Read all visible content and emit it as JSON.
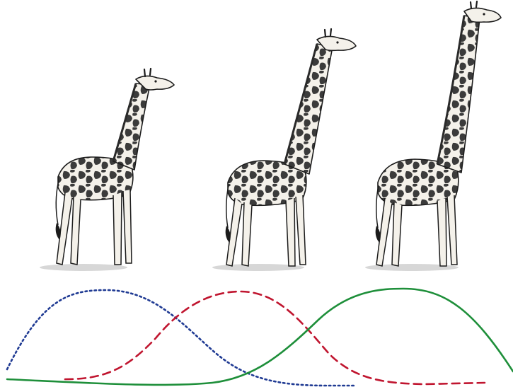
{
  "figure": {
    "background": "#ffffff"
  },
  "giraffes": [
    {
      "id": "short-neck",
      "neck_level": "short",
      "icon": "giraffe-icon"
    },
    {
      "id": "medium-neck",
      "neck_level": "medium",
      "icon": "giraffe-icon"
    },
    {
      "id": "long-neck",
      "neck_level": "long",
      "icon": "giraffe-icon"
    }
  ],
  "curves": [
    {
      "id": "short-neck-distribution",
      "style": "dotted",
      "color": "#1f3a93"
    },
    {
      "id": "medium-neck-distribution",
      "style": "dashed",
      "color": "#c0152f"
    },
    {
      "id": "long-neck-distribution",
      "style": "solid",
      "color": "#1e8f3a"
    }
  ],
  "colors": {
    "giraffe_fill": "#f4f1ea",
    "giraffe_outline": "#1c1c1c",
    "giraffe_spot": "#3b3b3b",
    "ground_shadow": "#8a8a8a"
  }
}
